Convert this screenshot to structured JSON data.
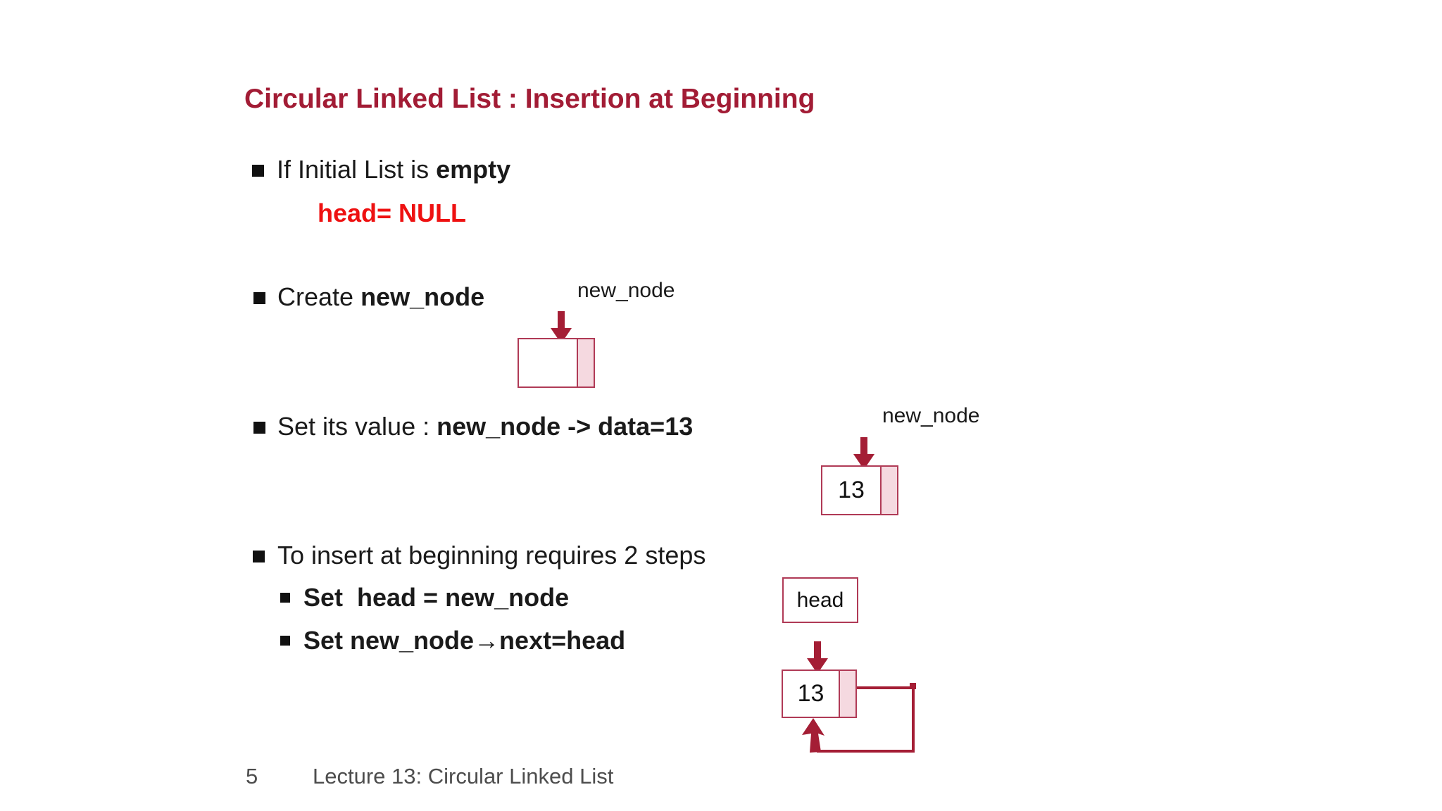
{
  "slide": {
    "title": "Circular Linked List : Insertion at Beginning",
    "footer": {
      "page_number": "5",
      "caption": "Lecture 13: Circular Linked List"
    }
  },
  "bullets": {
    "b1_pre": "If Initial List is ",
    "b1_bold": "empty",
    "b1_sub_red": "head= NULL",
    "b2_pre": "Create ",
    "b2_bold": "new_node",
    "b3_pre": "Set its value : ",
    "b3_bold": "new_node -> data=13",
    "b4_text": "To insert at beginning requires 2 steps",
    "b4_sub1": "Set  head = new_node",
    "b4_sub2": "Set new_node→next=head"
  },
  "diagrams": {
    "create_node": {
      "label": "new_node",
      "data": ""
    },
    "value_node": {
      "label": "new_node",
      "data": "13"
    },
    "insert": {
      "head_label": "head",
      "data": "13"
    }
  },
  "colors": {
    "title": "#A21C35",
    "red": "#EE1111",
    "diagram": "#A41E35",
    "box-border": "#B03A56",
    "pink": "#F5D9E0",
    "text": "#1A1A1A",
    "footer": "#4D4D4D"
  }
}
